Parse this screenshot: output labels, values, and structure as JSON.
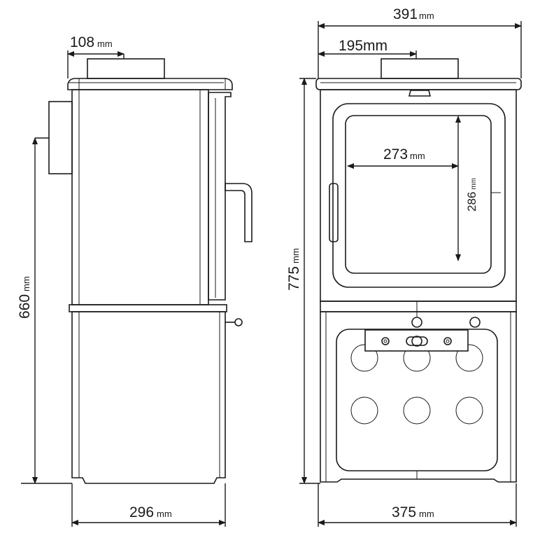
{
  "unit": "mm",
  "side_view": {
    "flue_offset": "108",
    "floor_to_flue_height": "660",
    "depth": "296"
  },
  "front_view": {
    "overall_width": "391",
    "flue_center": "195",
    "overall_height": "775",
    "glass_width": "273",
    "glass_height": "286",
    "base_width": "375"
  }
}
